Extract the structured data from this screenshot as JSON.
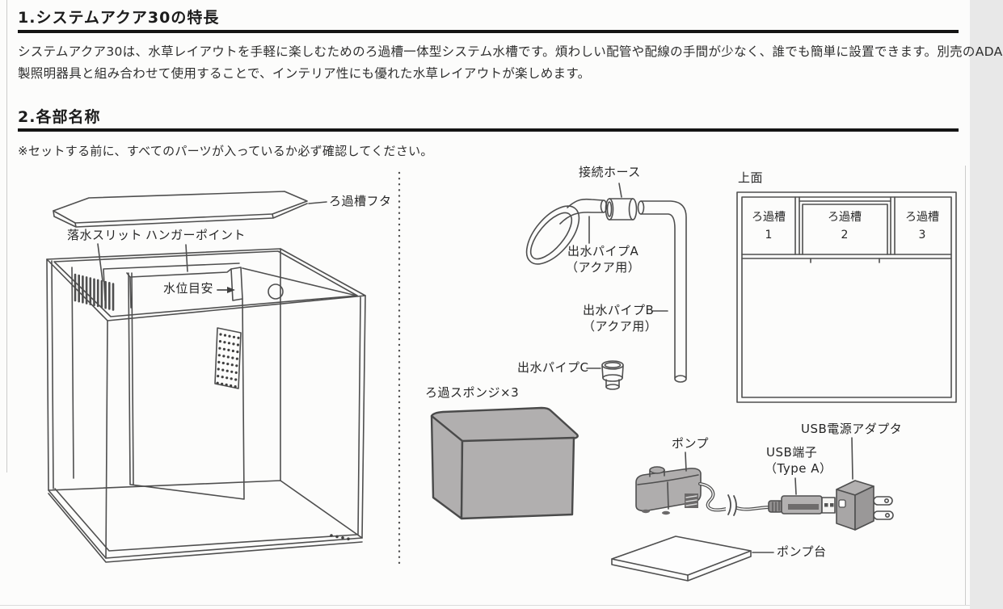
{
  "colors": {
    "text": "#2e2e2e",
    "heading": "#1c1c1c",
    "rule": "#141414",
    "diagram_line": "#4f4f4f",
    "fill_gray": "#b1afaf"
  },
  "section1": {
    "title": "1.システムアクア30の特長",
    "body_lines": [
      "システムアクア30は、水草レイアウトを手軽に楽しむためのろ過槽一体型システム水槽です。煩わしい配管や配線の手間が少なく、誰でも簡単に設置できます。別売のADA",
      "製照明器具と組み合わせて使用することで、インテリア性にも優れた水草レイアウトが楽しめます。"
    ]
  },
  "section2": {
    "title": "2.各部名称",
    "note": "※セットする前に、すべてのパーツが入っているか必ず確認してください。"
  },
  "diagram": {
    "tank": {
      "lid": "ろ過槽フタ",
      "slit": "落水スリット",
      "hanger": "ハンガーポイント",
      "water_level": "水位目安"
    },
    "pipes": {
      "hose": "接続ホース",
      "pipe_a": "出水パイプA",
      "pipe_a_sub": "（アクア用）",
      "pipe_b": "出水パイプB",
      "pipe_b_sub": "（アクア用）",
      "pipe_c": "出水パイプC"
    },
    "sponge": "ろ過スポンジ×3",
    "top_view": {
      "title": "上面",
      "chambers": [
        {
          "label": "ろ過槽",
          "number": "1"
        },
        {
          "label": "ろ過槽",
          "number": "2"
        },
        {
          "label": "ろ過槽",
          "number": "3"
        }
      ]
    },
    "pump_set": {
      "pump": "ポンプ",
      "usb_plug": "USB端子",
      "usb_plug_sub": "（Type A）",
      "usb_adapter": "USB電源アダプタ",
      "pump_stand": "ポンプ台"
    }
  }
}
